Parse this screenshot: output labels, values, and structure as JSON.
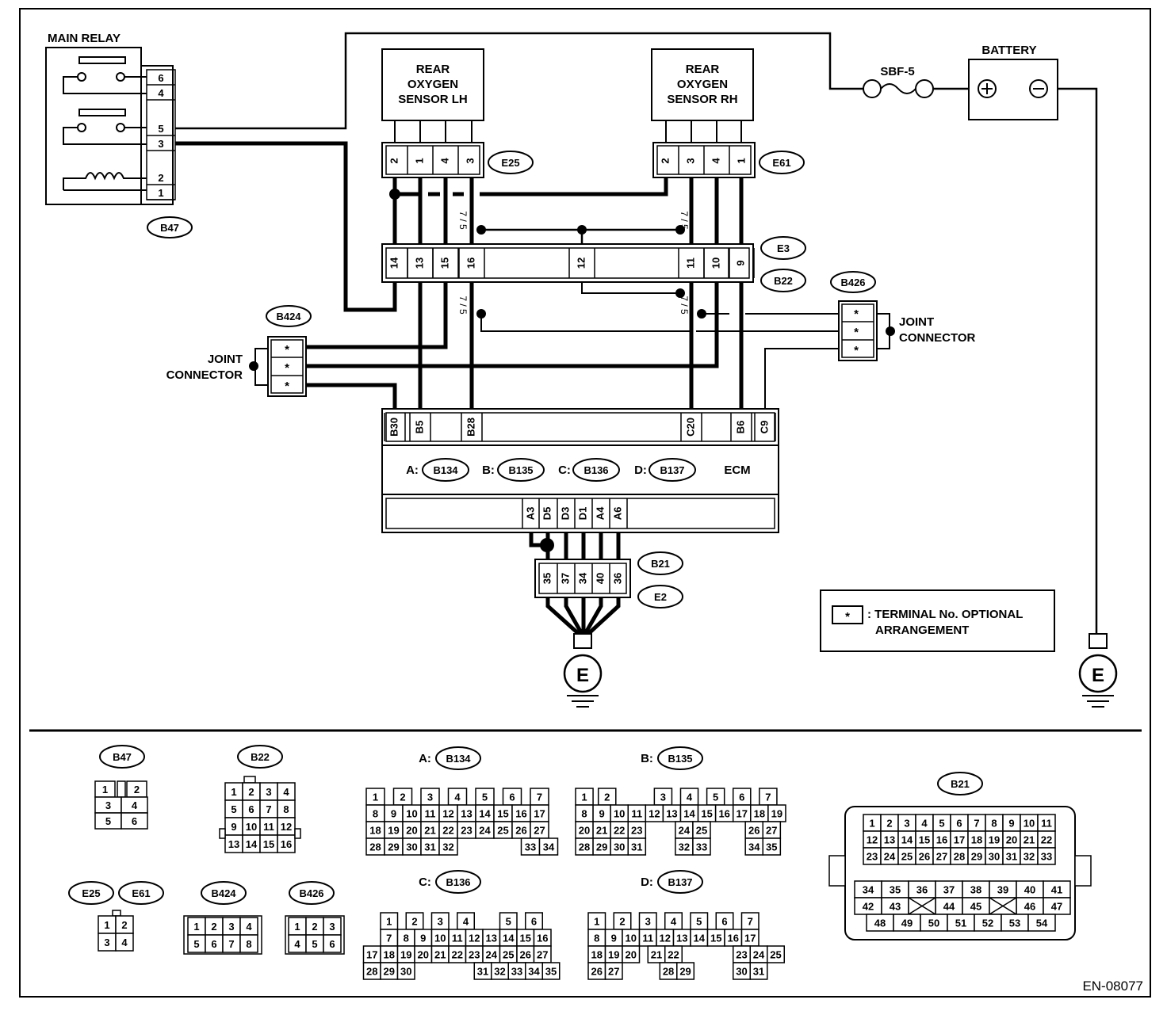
{
  "doc_id": "EN-08077",
  "components": {
    "main_relay": "MAIN RELAY",
    "rear_o2_lh": [
      "REAR",
      "OXYGEN",
      "SENSOR LH"
    ],
    "rear_o2_rh": [
      "REAR",
      "OXYGEN",
      "SENSOR RH"
    ],
    "battery": "BATTERY",
    "fuse": "SBF-5",
    "ecm": "ECM",
    "joint_connector": [
      "JOINT",
      "CONNECTOR"
    ],
    "ground": "E"
  },
  "connectors": {
    "b47": "B47",
    "e25": "E25",
    "e61": "E61",
    "e3": "E3",
    "b22": "B22",
    "b424": "B424",
    "b426": "B426",
    "b21": "B21",
    "e2": "E2",
    "a_prefix": "A:",
    "b_prefix": "B:",
    "c_prefix": "C:",
    "d_prefix": "D:",
    "b134": "B134",
    "b135": "B135",
    "b136": "B136",
    "b137": "B137"
  },
  "pins": {
    "relay": [
      "6",
      "4",
      "5",
      "3",
      "2",
      "1"
    ],
    "e25": [
      "2",
      "1",
      "4",
      "3"
    ],
    "e61": [
      "2",
      "3",
      "4",
      "1"
    ],
    "e3": [
      "14",
      "13",
      "15",
      "16",
      "12",
      "11",
      "10",
      "9"
    ],
    "ecm_top": [
      "B30",
      "B5",
      "B28",
      "C20",
      "B6",
      "C9"
    ],
    "ecm_bottom": [
      "A3",
      "D5",
      "D3",
      "D1",
      "A4",
      "A6"
    ],
    "b21": [
      "35",
      "37",
      "34",
      "40",
      "36"
    ],
    "joint": "*",
    "shield": "7 / 5"
  },
  "legend": {
    "symbol": "*",
    "text_line1": ": TERMINAL No. OPTIONAL",
    "text_line2": "ARRANGEMENT"
  },
  "faces": {
    "b47": [
      "1",
      "2",
      "3",
      "4",
      "5",
      "6"
    ],
    "b22": [
      "1",
      "2",
      "3",
      "4",
      "5",
      "6",
      "7",
      "8",
      "9",
      "10",
      "11",
      "12",
      "13",
      "14",
      "15",
      "16"
    ],
    "e25e61": [
      "1",
      "2",
      "3",
      "4"
    ],
    "b424": [
      "1",
      "2",
      "3",
      "4",
      "5",
      "6",
      "7",
      "8"
    ],
    "b426": [
      "1",
      "2",
      "3",
      "4",
      "5",
      "6"
    ],
    "b134": [
      [
        "1",
        "2",
        "3",
        "4",
        "5",
        "6",
        "7"
      ],
      [
        "8",
        "9",
        "10",
        "11",
        "12",
        "13",
        "14",
        "15",
        "16",
        "17"
      ],
      [
        "18",
        "19",
        "20",
        "21",
        "22",
        "23",
        "24",
        "25",
        "26",
        "27"
      ],
      [
        "28",
        "29",
        "30",
        "31",
        "32",
        "33",
        "34"
      ]
    ],
    "b135": [
      [
        "1",
        "2",
        "3",
        "4",
        "5",
        "6",
        "7"
      ],
      [
        "8",
        "9",
        "10",
        "11",
        "12",
        "13",
        "14",
        "15",
        "16",
        "17",
        "18",
        "19"
      ],
      [
        "20",
        "21",
        "22",
        "23",
        "24",
        "25",
        "26",
        "27"
      ],
      [
        "28",
        "29",
        "30",
        "31",
        "32",
        "33",
        "34",
        "35"
      ]
    ],
    "b136": [
      [
        "1",
        "2",
        "3",
        "4",
        "5",
        "6"
      ],
      [
        "7",
        "8",
        "9",
        "10",
        "11",
        "12",
        "13",
        "14",
        "15",
        "16"
      ],
      [
        "17",
        "18",
        "19",
        "20",
        "21",
        "22",
        "23",
        "24",
        "25",
        "26",
        "27"
      ],
      [
        "28",
        "29",
        "30",
        "31",
        "32",
        "33",
        "34",
        "35"
      ]
    ],
    "b137": [
      [
        "1",
        "2",
        "3",
        "4",
        "5",
        "6",
        "7"
      ],
      [
        "8",
        "9",
        "10",
        "11",
        "12",
        "13",
        "14",
        "15",
        "16",
        "17"
      ],
      [
        "18",
        "19",
        "20",
        "21",
        "22",
        "23",
        "24",
        "25"
      ],
      [
        "26",
        "27",
        "28",
        "29",
        "30",
        "31"
      ]
    ],
    "b21": [
      [
        "1",
        "2",
        "3",
        "4",
        "5",
        "6",
        "7",
        "8",
        "9",
        "10",
        "11"
      ],
      [
        "12",
        "13",
        "14",
        "15",
        "16",
        "17",
        "18",
        "19",
        "20",
        "21",
        "22"
      ],
      [
        "23",
        "24",
        "25",
        "26",
        "27",
        "28",
        "29",
        "30",
        "31",
        "32",
        "33"
      ],
      [
        "34",
        "35",
        "36",
        "37",
        "38",
        "39",
        "40",
        "41"
      ],
      [
        "42",
        "43",
        "44",
        "45",
        "46",
        "47"
      ],
      [
        "48",
        "49",
        "50",
        "51",
        "52",
        "53",
        "54"
      ]
    ]
  }
}
